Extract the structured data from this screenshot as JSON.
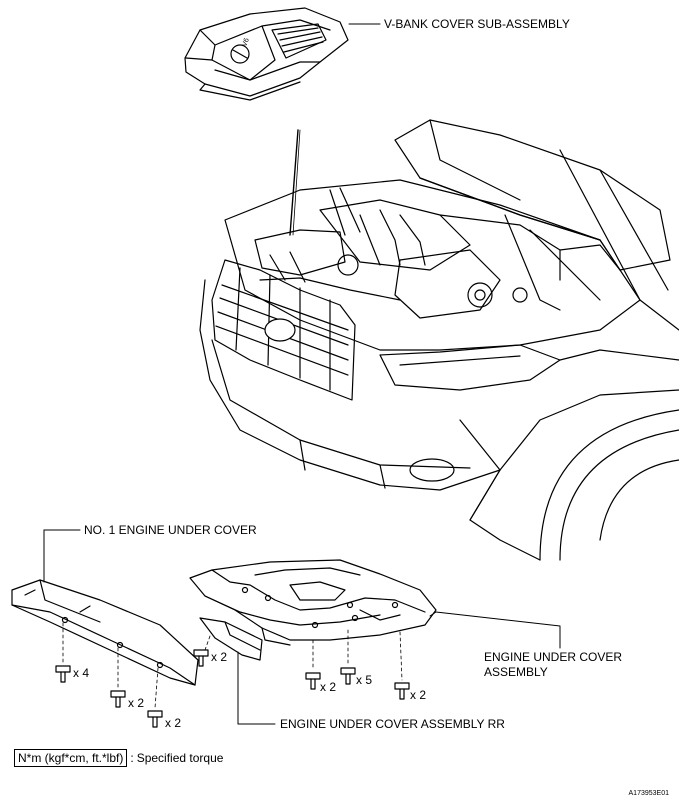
{
  "labels": {
    "vbank_cover": "V-BANK COVER SUB-ASSEMBLY",
    "no1_under_cover": "NO. 1 ENGINE UNDER COVER",
    "under_cover_assy_line1": "ENGINE UNDER COVER",
    "under_cover_assy_line2": "ASSEMBLY",
    "under_cover_rr": "ENGINE UNDER COVER ASSEMBLY RR"
  },
  "quantities": {
    "q1": "x 4",
    "q2": "x 2",
    "q3": "x 2",
    "q4": "x 2",
    "q5": "x 2",
    "q6": "x 5",
    "q7": "x 2"
  },
  "legend": {
    "unit": "N*m (kgf*cm, ft.*lbf)",
    "separator": ":",
    "text": "Specified torque"
  },
  "figure_id": "A173953E01"
}
